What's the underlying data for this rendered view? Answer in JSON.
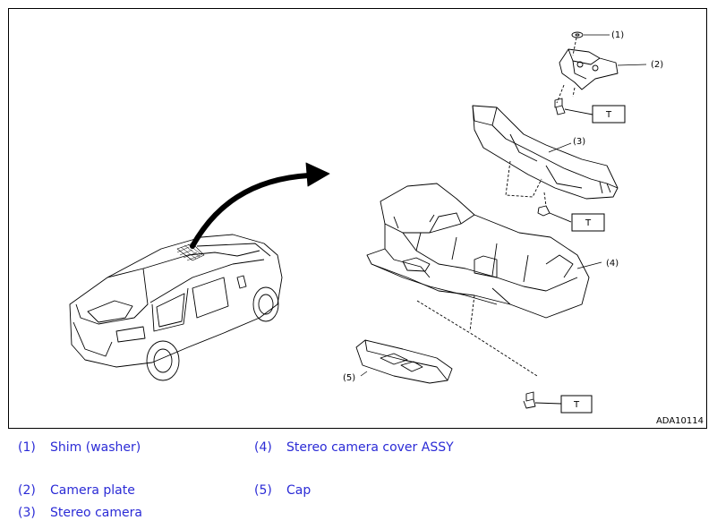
{
  "figure": {
    "id": "ADA10114",
    "callouts": [
      "(1)",
      "(2)",
      "(3)",
      "(4)",
      "(5)"
    ],
    "torque_label": "T"
  },
  "legend": [
    {
      "num": "(1)",
      "label": "Shim (washer)"
    },
    {
      "num": "(2)",
      "label": "Camera plate"
    },
    {
      "num": "(3)",
      "label": "Stereo camera"
    },
    {
      "num": "(4)",
      "label": "Stereo camera cover ASSY"
    },
    {
      "num": "(5)",
      "label": "Cap"
    }
  ],
  "colors": {
    "legend_text": "#2b2bd6",
    "line": "#000000"
  }
}
